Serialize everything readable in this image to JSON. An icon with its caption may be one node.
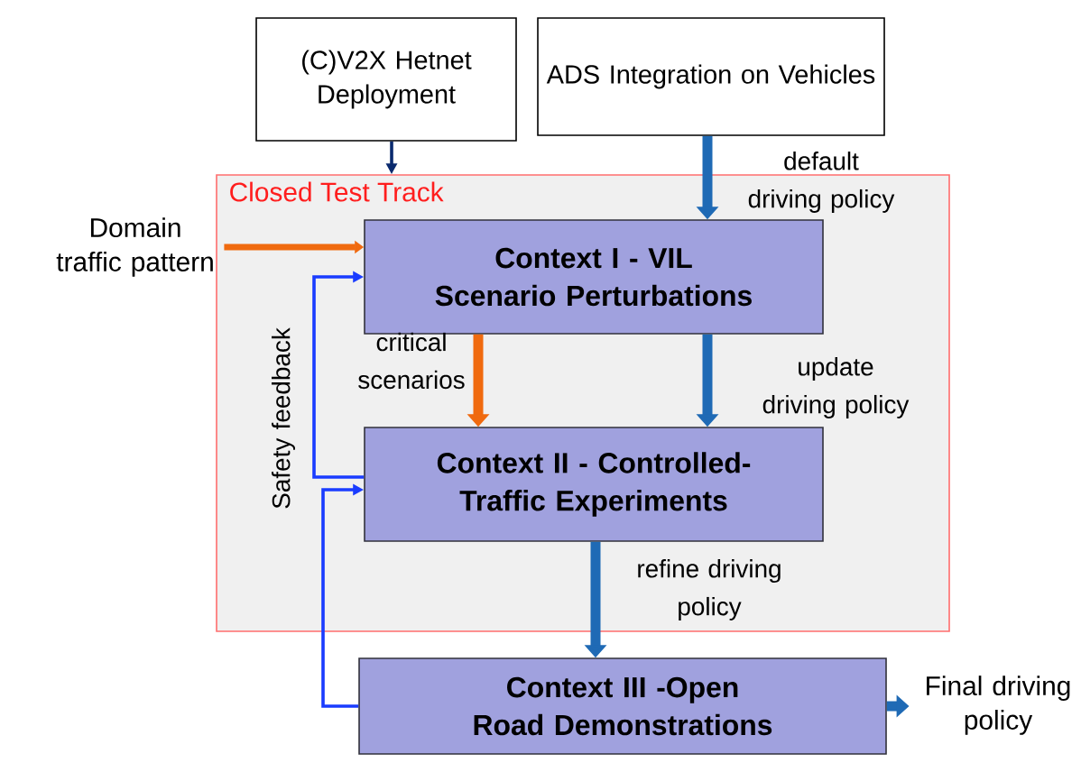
{
  "diagram": {
    "nodes": [
      {
        "text": [
          "(C)V2X Hetnet Deployment"
        ]
      },
      {
        "text": [
          "ADS Integration on Vehicles"
        ]
      },
      {
        "text": [
          "Closed Test Track"
        ]
      },
      {
        "text": [
          "Context I - VIL Scenario Perturbations"
        ],
        "in": 2
      },
      {
        "text": [
          "Context II - Controlled-Traffic Experiments"
        ],
        "in": 2
      },
      {
        "text": [
          "Context III -Open Road Demonstrations"
        ]
      },
      {
        "text": [
          "Domain traffic pattern"
        ]
      },
      {
        "text": [
          "Final driving policy"
        ]
      }
    ],
    "edges": [
      {
        "from": 0,
        "to": 2,
        "arrow": "to",
        "color": "#0a2a6e"
      },
      {
        "from": 1,
        "to": 3,
        "arrow": "to",
        "label": "default driving policy",
        "color": "#1f6ab5"
      },
      {
        "from": 6,
        "to": 3,
        "arrow": "to",
        "color": "#f06a0f"
      },
      {
        "from": 3,
        "to": 4,
        "arrow": "to",
        "label": "critical scenarios",
        "color": "#f06a0f"
      },
      {
        "from": 3,
        "to": 4,
        "arrow": "to",
        "label": "update driving policy",
        "color": "#1f6ab5"
      },
      {
        "from": 4,
        "to": 5,
        "arrow": "to",
        "label": "refine driving policy",
        "color": "#1f6ab5"
      },
      {
        "from": 5,
        "to": 7,
        "arrow": "to",
        "color": "#1f6ab5"
      },
      {
        "from": 5,
        "to": 4,
        "arrow": "to",
        "color": "#1a3cff"
      },
      {
        "from": 4,
        "to": 3,
        "arrow": "to",
        "label": "Safety feedback",
        "color": "#1a3cff"
      }
    ]
  }
}
